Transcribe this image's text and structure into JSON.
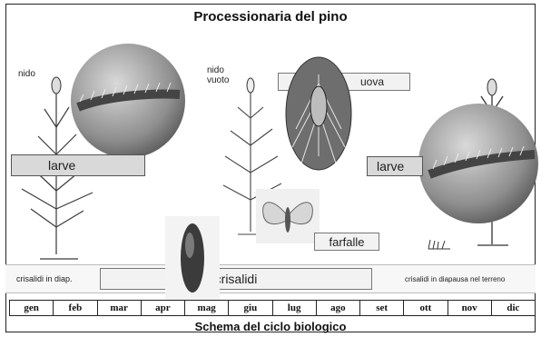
{
  "title": "Processionaria del pino",
  "caption": "Schema del ciclo biologico",
  "labels": {
    "nido": "nido",
    "nido_vuoto": "nido\nvuoto",
    "uova": "uova",
    "larve_left": "larve",
    "larve_right": "larve",
    "farfalle": "farfalle",
    "crisalidi_diapausa": "crisalidi in diap.",
    "crisalidi": "crisalidi",
    "crisalidi_terreno": "crisalidi in diapausa nel terreno"
  },
  "months": [
    "gen",
    "feb",
    "mar",
    "apr",
    "mag",
    "giu",
    "lug",
    "ago",
    "set",
    "ott",
    "nov",
    "dic"
  ]
}
